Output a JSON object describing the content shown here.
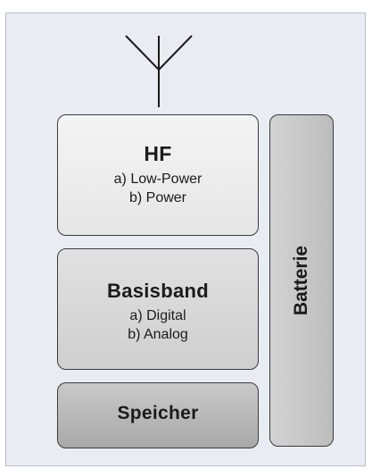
{
  "blocks": {
    "hf": {
      "title": "HF",
      "items": [
        "a) Low-Power",
        "b) Power"
      ]
    },
    "basisband": {
      "title": "Basisband",
      "items": [
        "a) Digital",
        "b) Analog"
      ]
    },
    "speicher": {
      "title": "Speicher"
    },
    "batterie": {
      "title": "Batterie"
    }
  },
  "colors": {
    "background": "#e9edf3",
    "border": "#3a3a3a",
    "hf_fill": "#eeeeee",
    "basisband_fill": "#d8d8d8",
    "speicher_fill": "#b8b8b8",
    "batterie_fill": "#c8c8c8"
  },
  "icons": {
    "antenna": "antenna-icon"
  }
}
